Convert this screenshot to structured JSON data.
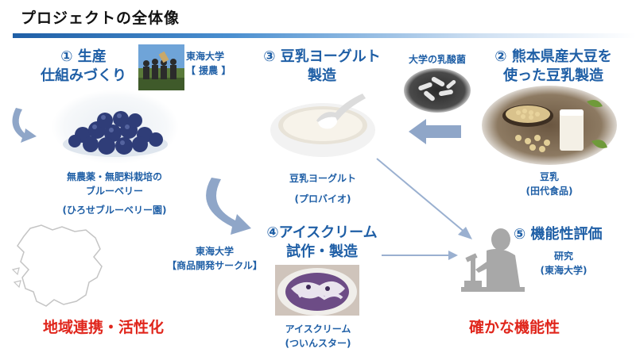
{
  "title": "プロジェクトの全体像",
  "step1": {
    "line1": "① 生産",
    "line2": "仕組みづくり",
    "partner_line1": "東海大学",
    "partner_line2": "【 援農 】",
    "caption_line1": "無農薬・無肥料栽培の",
    "caption_line2": "ブルーベリー",
    "caption_line3": "(ひろせブルーベリー園)"
  },
  "step2": {
    "line1": "② 熊本県産大豆を",
    "line2": "使った豆乳製造",
    "caption_line1": "豆乳",
    "caption_line2": "(田代食品)"
  },
  "step3": {
    "line1": "③ 豆乳ヨーグルト",
    "line2": "製造",
    "bacteria_label": "大学の乳酸菌",
    "caption_line1": "豆乳ヨーグルト",
    "caption_line2": "(プロバイオ)"
  },
  "step4": {
    "line1": "④アイスクリーム",
    "line2": "試作・製造",
    "partner_line1": "東海大学",
    "partner_line2": "【商品開発サークル】",
    "caption_line1": "アイスクリーム",
    "caption_line2": "(ついんスター)"
  },
  "step5": {
    "line1": "⑤ 機能性評価",
    "caption_line1": "研究",
    "caption_line2": "(東海大学)"
  },
  "outcomes": {
    "left": "地域連携・活性化",
    "right": "確かな機能性"
  },
  "colors": {
    "step_text": "#1f5fa6",
    "outcome_text": "#e0261c",
    "arrow": "#8fa6c8"
  }
}
